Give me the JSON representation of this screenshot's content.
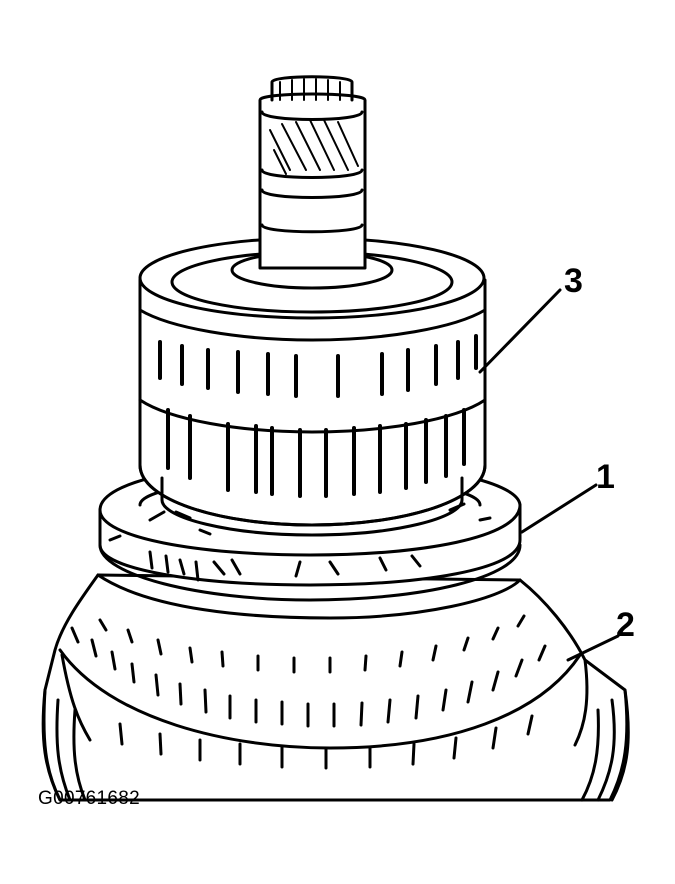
{
  "figure": {
    "id_label": "G00761682",
    "colors": {
      "ink": "#000000",
      "paper": "#ffffff"
    }
  },
  "callouts": [
    {
      "number": "3"
    },
    {
      "number": "1"
    },
    {
      "number": "2"
    }
  ]
}
